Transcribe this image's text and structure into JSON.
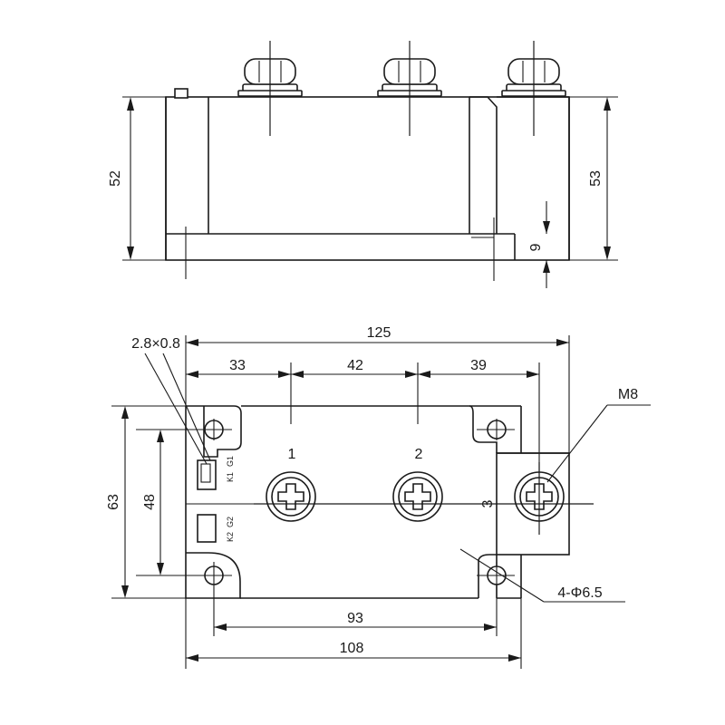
{
  "side_view": {
    "height_left": "52",
    "height_right": "53",
    "step": "9"
  },
  "top_view": {
    "overall_length": "125",
    "seg_33": "33",
    "seg_42": "42",
    "seg_39": "39",
    "tab_size": "2.8×0.8",
    "thread": "M8",
    "width_63": "63",
    "hole_pitch_48": "48",
    "hole_pitch_93": "93",
    "base_108": "108",
    "holes": "4-Φ6.5",
    "terminal_1": "1",
    "terminal_2": "2",
    "terminal_3": "3",
    "label_k1": "K1",
    "label_g1": "G1",
    "label_g2": "G2",
    "label_k2": "K2"
  }
}
